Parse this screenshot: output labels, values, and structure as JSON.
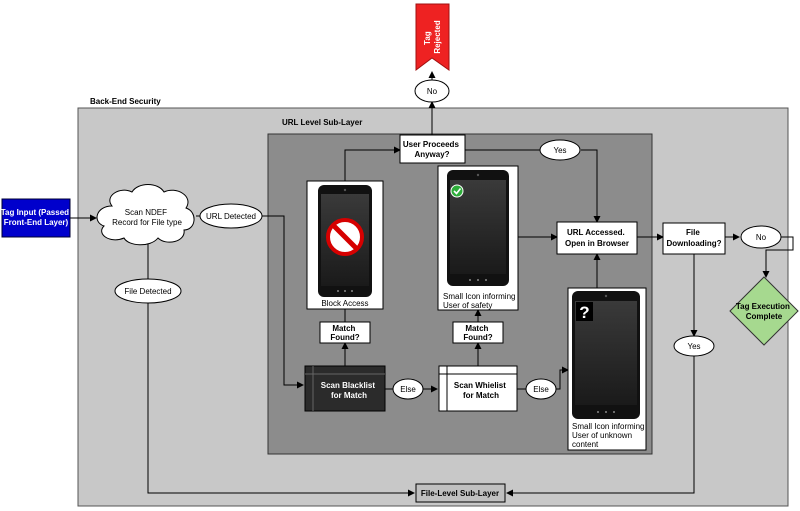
{
  "tag_rejected": {
    "line1": "Tag",
    "line2": "Rejected"
  },
  "no_top": "No",
  "backend_title": "Back-End Security",
  "url_sublayer_title": "URL Level Sub-Layer",
  "user_proceeds": {
    "line1": "User Proceeds",
    "line2": "Anyway?"
  },
  "yes_top": "Yes",
  "tag_input": {
    "line1": "Tag Input (Passed",
    "line2": "Front-End Layer)"
  },
  "scan_ndef": {
    "line1": "Scan NDEF",
    "line2": "Record for File  type"
  },
  "url_detected": "URL Detected",
  "file_detected": "File Detected",
  "block_access": "Block Access",
  "small_icon_safety": {
    "line1": "Small Icon informing",
    "line2": "User of safety"
  },
  "url_accessed": {
    "line1": "URL Accessed.",
    "line2": "Open in Browser"
  },
  "file_downloading": {
    "line1": "File",
    "line2": "Downloading?"
  },
  "no_right": "No",
  "tag_exec_complete": {
    "line1": "Tag Execution",
    "line2": "Complete"
  },
  "match_found_black": {
    "line1": "Match",
    "line2": "Found?"
  },
  "match_found_white": {
    "line1": "Match",
    "line2": "Found?"
  },
  "scan_blacklist": {
    "line1": "Scan Blacklist",
    "line2": "for Match"
  },
  "else_1": "Else",
  "scan_whitelist": {
    "line1": "Scan Whielist",
    "line2": "for Match"
  },
  "else_2": "Else",
  "small_icon_unknown": {
    "line1": "Small Icon informing",
    "line2": "User of unknown",
    "line3": "content"
  },
  "yes_right": "Yes",
  "file_level_sublayer": "File-Level Sub-Layer",
  "colors": {
    "tag_input_fill": "#0000cc",
    "tag_rejected_fill": "#ee2222",
    "decision_fill": "#a6d98f",
    "backend_fill": "#c8c8c8",
    "url_layer_fill": "#8c8c8c",
    "blacklist_fill": "#2b2b2b"
  },
  "icons": [
    "block-icon",
    "checkmark-icon",
    "question-icon",
    "phone-icon"
  ]
}
